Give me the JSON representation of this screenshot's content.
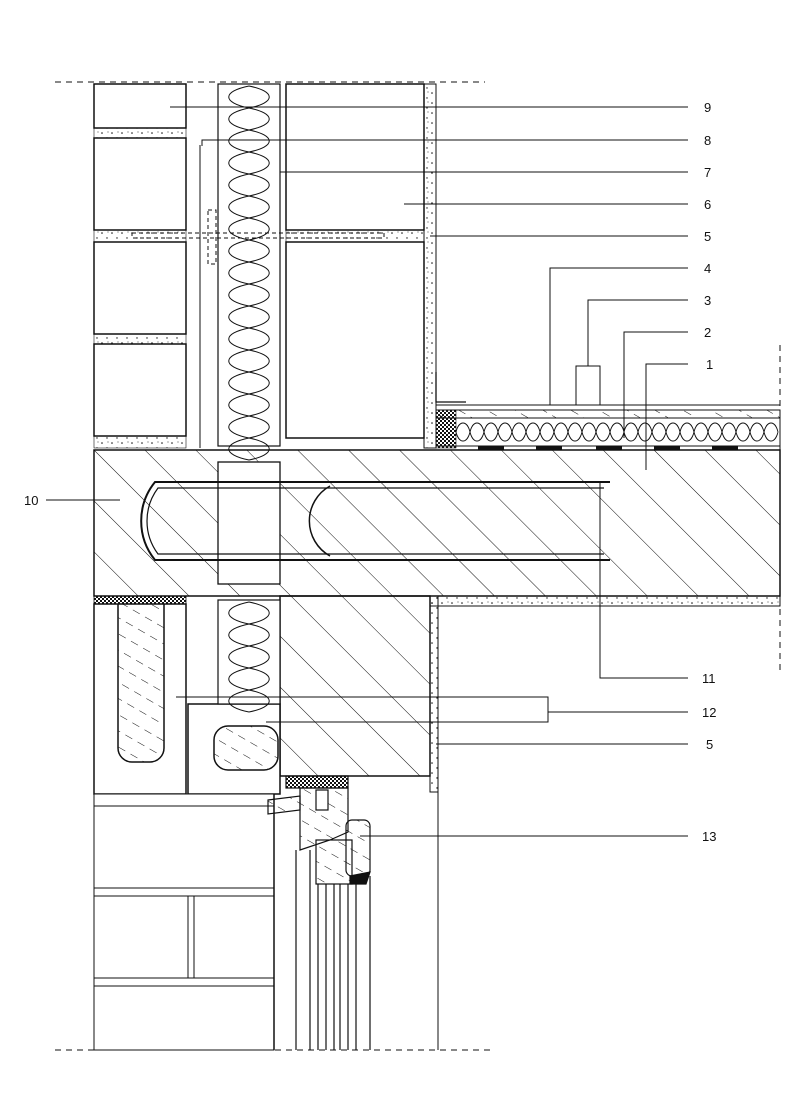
{
  "diagram": {
    "title": "",
    "callouts": [
      {
        "id": "c1",
        "text": "1"
      },
      {
        "id": "c2",
        "text": "2"
      },
      {
        "id": "c3",
        "text": "3"
      },
      {
        "id": "c4",
        "text": "4"
      },
      {
        "id": "c5a",
        "text": "5"
      },
      {
        "id": "c6",
        "text": "6"
      },
      {
        "id": "c7",
        "text": "7"
      },
      {
        "id": "c8",
        "text": "8"
      },
      {
        "id": "c9",
        "text": "9"
      },
      {
        "id": "c10",
        "text": "10"
      },
      {
        "id": "c11",
        "text": "11"
      },
      {
        "id": "c12",
        "text": "12"
      },
      {
        "id": "c5b",
        "text": "5"
      },
      {
        "id": "c13",
        "text": "13"
      }
    ]
  },
  "colors": {
    "line": "#111111",
    "background": "#ffffff"
  }
}
